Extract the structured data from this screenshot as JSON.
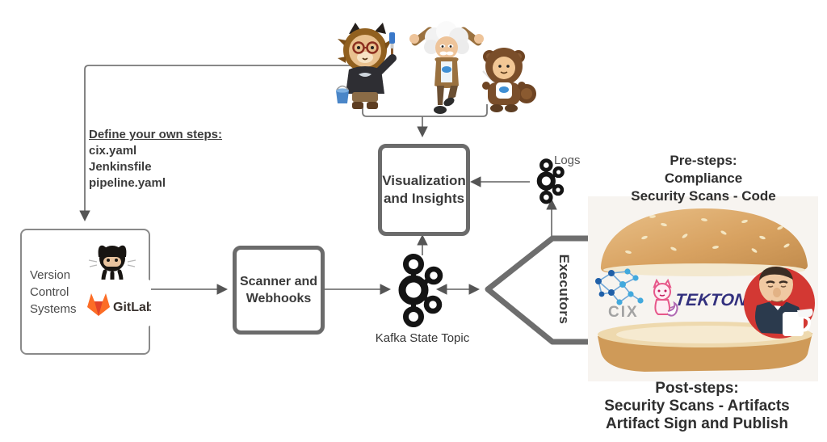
{
  "note": {
    "title": "Define your own steps:",
    "items": [
      "cix.yaml",
      "Jenkinsfile",
      "pipeline.yaml"
    ]
  },
  "nodes": {
    "vcs": {
      "label": "Version Control Systems",
      "gitlab_label": "GitLab"
    },
    "scanner": {
      "label": "Scanner and Webhooks"
    },
    "kafka": {
      "label": "Kafka State Topic"
    },
    "visualization": {
      "label": "Visualization and Insights"
    },
    "logs": {
      "label": "Logs"
    },
    "executors": {
      "label": "Executors"
    }
  },
  "panel": {
    "pre_steps": [
      "Pre-steps:",
      "Compliance",
      "Security Scans - Code"
    ],
    "post_steps": [
      "Post-steps:",
      "Security Scans - Artifacts",
      "Artifact Sign and Publish"
    ],
    "logos": {
      "cix": "CIX",
      "tekton": "TEKTON",
      "jenkins": "Jenkins butler mascot"
    }
  },
  "mascots": [
    "cat artist mascot",
    "einstein mascot",
    "astro raccoon mascot"
  ],
  "colors": {
    "line_gray": "#6e6e6e",
    "arrow_gray": "#555555",
    "kafka_black": "#141414",
    "jenkins_red": "#d33833",
    "gitlab_orange": "#fc6d26",
    "tekton_blue": "#33307e",
    "bun_tan": "#d8a261",
    "panel_bg": "#f7f4f0"
  }
}
